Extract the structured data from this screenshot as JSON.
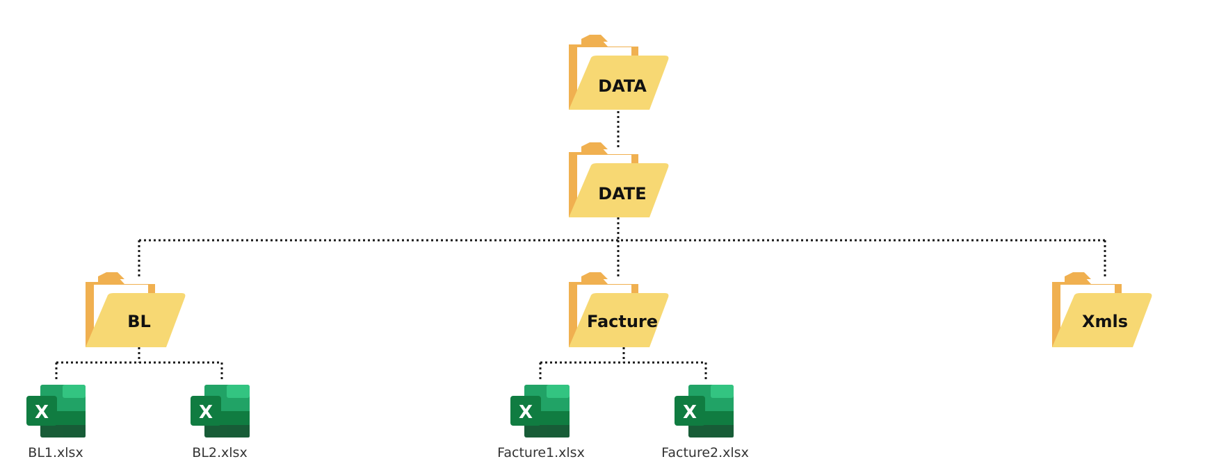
{
  "colors": {
    "folder_back": "#F0B050",
    "folder_paper": "#FFFFFF",
    "folder_front": "#F7D873",
    "excel_dark": "#185C37",
    "excel_mid": "#21A366",
    "excel_light": "#33C481",
    "excel_accent": "#107C41",
    "connector": "#1A1A1A"
  },
  "folders": {
    "data": {
      "label": "DATA",
      "icon": "folder-icon"
    },
    "date": {
      "label": "DATE",
      "icon": "folder-icon"
    },
    "bl": {
      "label": "BL",
      "icon": "folder-icon"
    },
    "facture": {
      "label": "Facture",
      "icon": "folder-icon"
    },
    "xmls": {
      "label": "Xmls",
      "icon": "folder-icon"
    }
  },
  "files": {
    "bl1": {
      "label": "BL1.xlsx",
      "icon": "excel-icon",
      "glyph": "X"
    },
    "bl2": {
      "label": "BL2.xlsx",
      "icon": "excel-icon",
      "glyph": "X"
    },
    "facture1": {
      "label": "Facture1.xlsx",
      "icon": "excel-icon",
      "glyph": "X"
    },
    "facture2": {
      "label": "Facture2.xlsx",
      "icon": "excel-icon",
      "glyph": "X"
    }
  }
}
